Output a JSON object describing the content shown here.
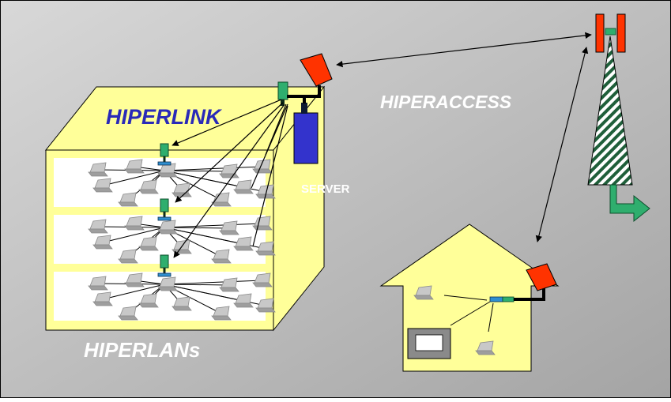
{
  "labels": {
    "hiperlink": "HIPERLINK",
    "hiperaccess": "HIPERACCESS",
    "server": "SERVER",
    "hiperlans": "HIPERLANs"
  },
  "colors": {
    "background_light": "#d6d6d6",
    "background_dark": "#a9a9a9",
    "building_fill": "#ffff99",
    "floor_panel": "#ffffff",
    "antenna_green": "#2fae6e",
    "dish_red": "#ff3300",
    "server_blue": "#3333cc",
    "hiperlink_text": "#2a2ab8",
    "white_text": "#ffffff",
    "laptop_gray": "#a6a6a6"
  }
}
